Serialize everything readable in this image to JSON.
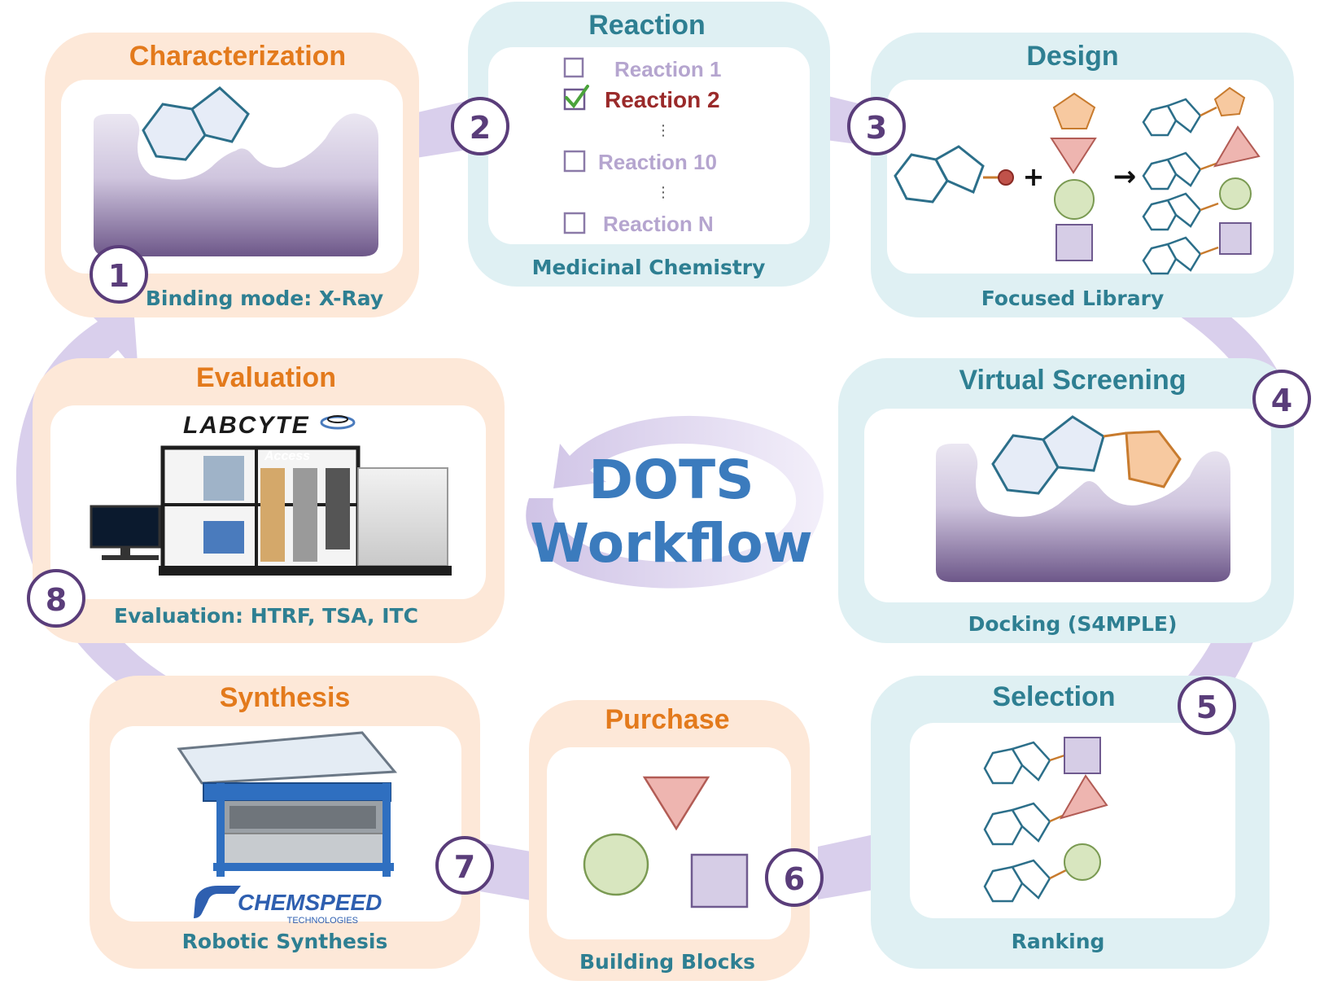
{
  "colors": {
    "orange_panel_bg": "#fde8d8",
    "teal_panel_bg": "#dff0f3",
    "orange_title": "#e37a1c",
    "teal_title": "#2e7f92",
    "arrow": "#d6cbea",
    "step_circle_stroke": "#5a3d7a",
    "pocket_top": "#e9e4f1",
    "pocket_bottom": "#6f5a8f",
    "molecule_stroke": "#2c6f8a",
    "molecule_fill": "#e6ecf7",
    "pentagon_orange": "#f7c9a0",
    "triangle_red": "#eeb5b0",
    "circle_green": "#d8e6bf",
    "square_purple": "#d6cde6",
    "dots_title": "#3b7bbd"
  },
  "center": {
    "line1": "DOTS",
    "line2": "Workflow"
  },
  "panels": {
    "characterization": {
      "title": "Characterization",
      "caption": "Binding mode: X-Ray",
      "step": "1"
    },
    "reaction": {
      "title": "Reaction",
      "caption": "Medicinal Chemistry",
      "step": "2",
      "items": [
        {
          "label": "Reaction 1",
          "checked": false
        },
        {
          "label": "Reaction 2",
          "checked": true
        },
        {
          "label": "Reaction 10",
          "checked": false
        },
        {
          "label": "Reaction N",
          "checked": false
        }
      ],
      "ellipsis": "⋮"
    },
    "design": {
      "title": "Design",
      "caption": "Focused Library",
      "step": "3",
      "plus": "+",
      "arrow": "→"
    },
    "virtual_screening": {
      "title": "Virtual Screening",
      "caption": "Docking (S4MPLE)",
      "step": "4"
    },
    "selection": {
      "title": "Selection",
      "caption": "Ranking",
      "step": "5"
    },
    "purchase": {
      "title": "Purchase",
      "caption": "Building Blocks",
      "step": "6"
    },
    "synthesis": {
      "title": "Synthesis",
      "caption": "Robotic Synthesis",
      "step": "7",
      "brand": "CHEMSPEED",
      "brand_sub": "TECHNOLOGIES"
    },
    "evaluation": {
      "title": "Evaluation",
      "caption": "Evaluation: HTRF, TSA, ITC",
      "step": "8",
      "brand": "LABCYTE",
      "brand_sub": "Access"
    }
  }
}
